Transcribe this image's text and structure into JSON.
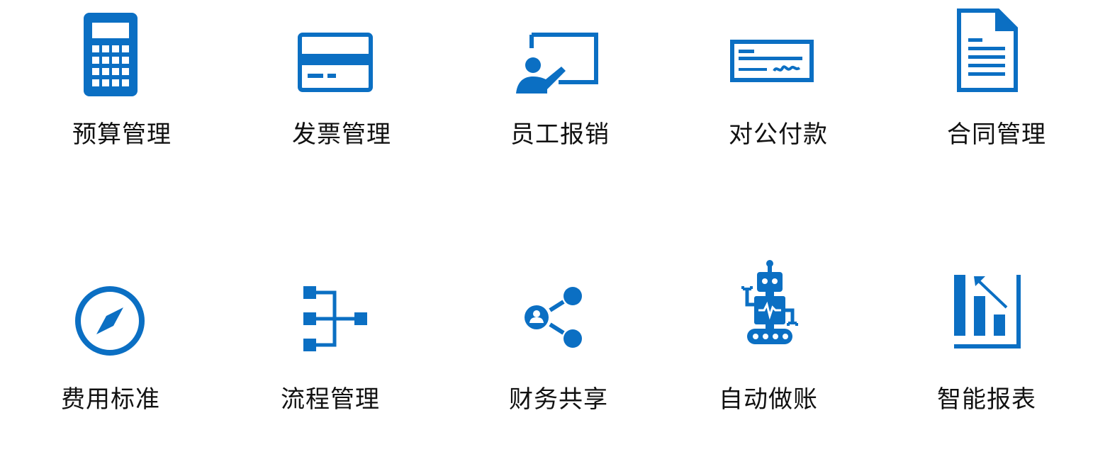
{
  "theme": {
    "icon_color": "#0B6FC3",
    "label_color": "#111111",
    "background": "#ffffff"
  },
  "tiles": [
    {
      "label": "预算管理",
      "icon": "calculator-icon"
    },
    {
      "label": "发票管理",
      "icon": "card-icon"
    },
    {
      "label": "员工报销",
      "icon": "presentation-icon"
    },
    {
      "label": "对公付款",
      "icon": "check-icon"
    },
    {
      "label": "合同管理",
      "icon": "document-icon"
    },
    {
      "label": "费用标准",
      "icon": "compass-icon"
    },
    {
      "label": "流程管理",
      "icon": "flow-icon"
    },
    {
      "label": "财务共享",
      "icon": "share-icon"
    },
    {
      "label": "自动做账",
      "icon": "robot-icon"
    },
    {
      "label": "智能报表",
      "icon": "report-icon"
    }
  ]
}
